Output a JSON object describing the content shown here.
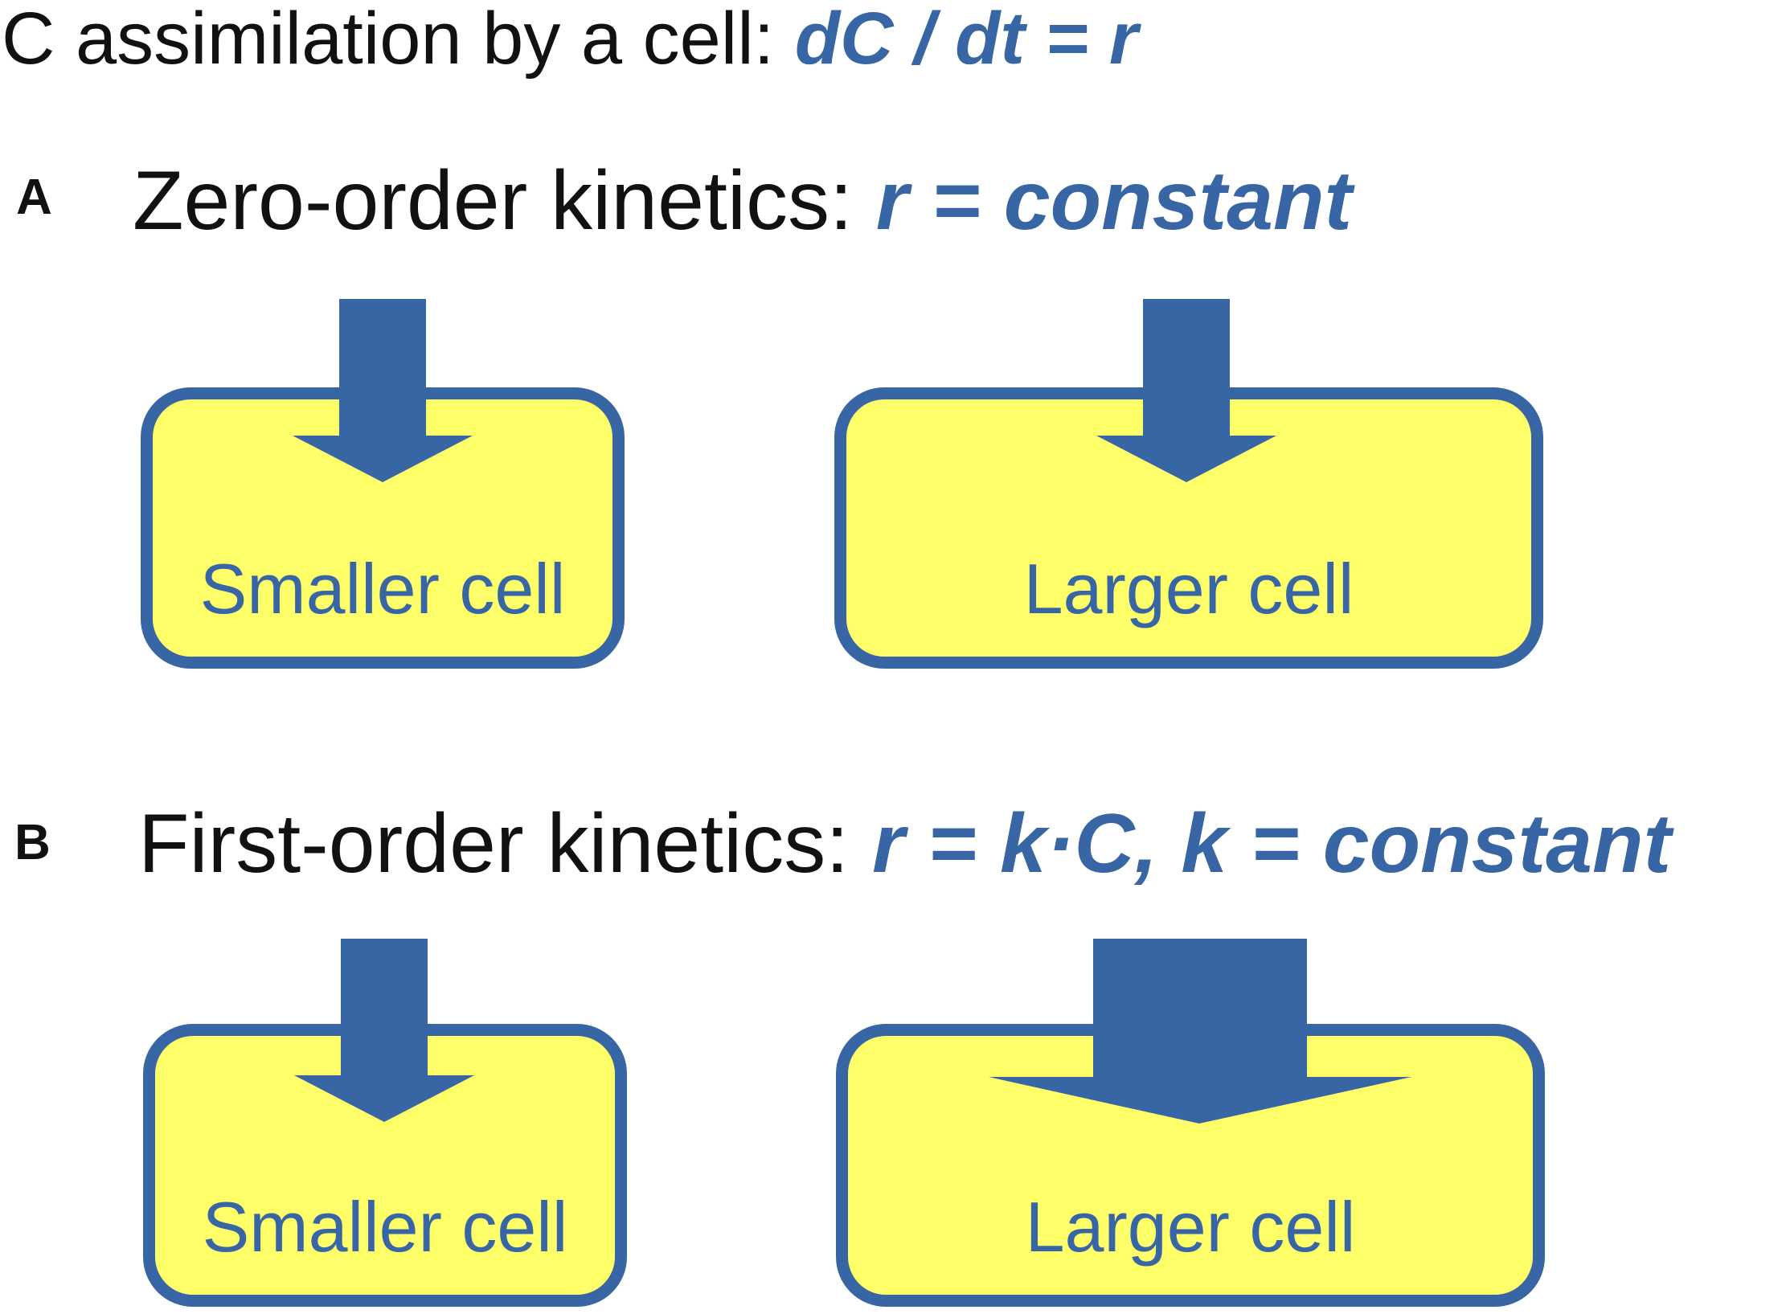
{
  "header": {
    "prefix": "C assimilation by a cell: ",
    "equation": "dC / dt = r"
  },
  "panels": [
    {
      "letter": "A",
      "heading": "Zero-order kinetics: ",
      "equation": "r = constant",
      "cells": [
        {
          "label": "Smaller cell",
          "arrow": "uptake-arrow-narrow"
        },
        {
          "label": "Larger cell",
          "arrow": "uptake-arrow-narrow"
        }
      ]
    },
    {
      "letter": "B",
      "heading": "First-order kinetics: ",
      "equation": "r = k·C, k = constant",
      "cells": [
        {
          "label": "Smaller cell",
          "arrow": "uptake-arrow-narrow"
        },
        {
          "label": "Larger cell",
          "arrow": "uptake-arrow-wide"
        }
      ]
    }
  ],
  "colors": {
    "accent": "#3866a5",
    "cell_fill": "#ffff6a",
    "text": "#111111",
    "background": "#ffffff"
  }
}
